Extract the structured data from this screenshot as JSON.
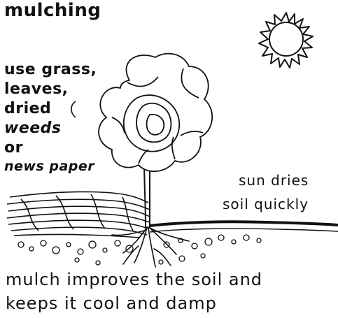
{
  "title": "mulching",
  "mulch_label": {
    "lines": [
      "use grass,",
      "leaves,",
      "dried",
      "weeds",
      "or",
      "news paper"
    ]
  },
  "sun_label": {
    "lines": [
      "sun dries",
      "soil quickly"
    ]
  },
  "caption": {
    "lines": [
      "mulch improves the soil and",
      "keeps it cool and damp"
    ]
  },
  "icons": [
    "sun-icon",
    "lettuce-plant-illustration",
    "mulch-layer",
    "bare-soil",
    "roots"
  ]
}
